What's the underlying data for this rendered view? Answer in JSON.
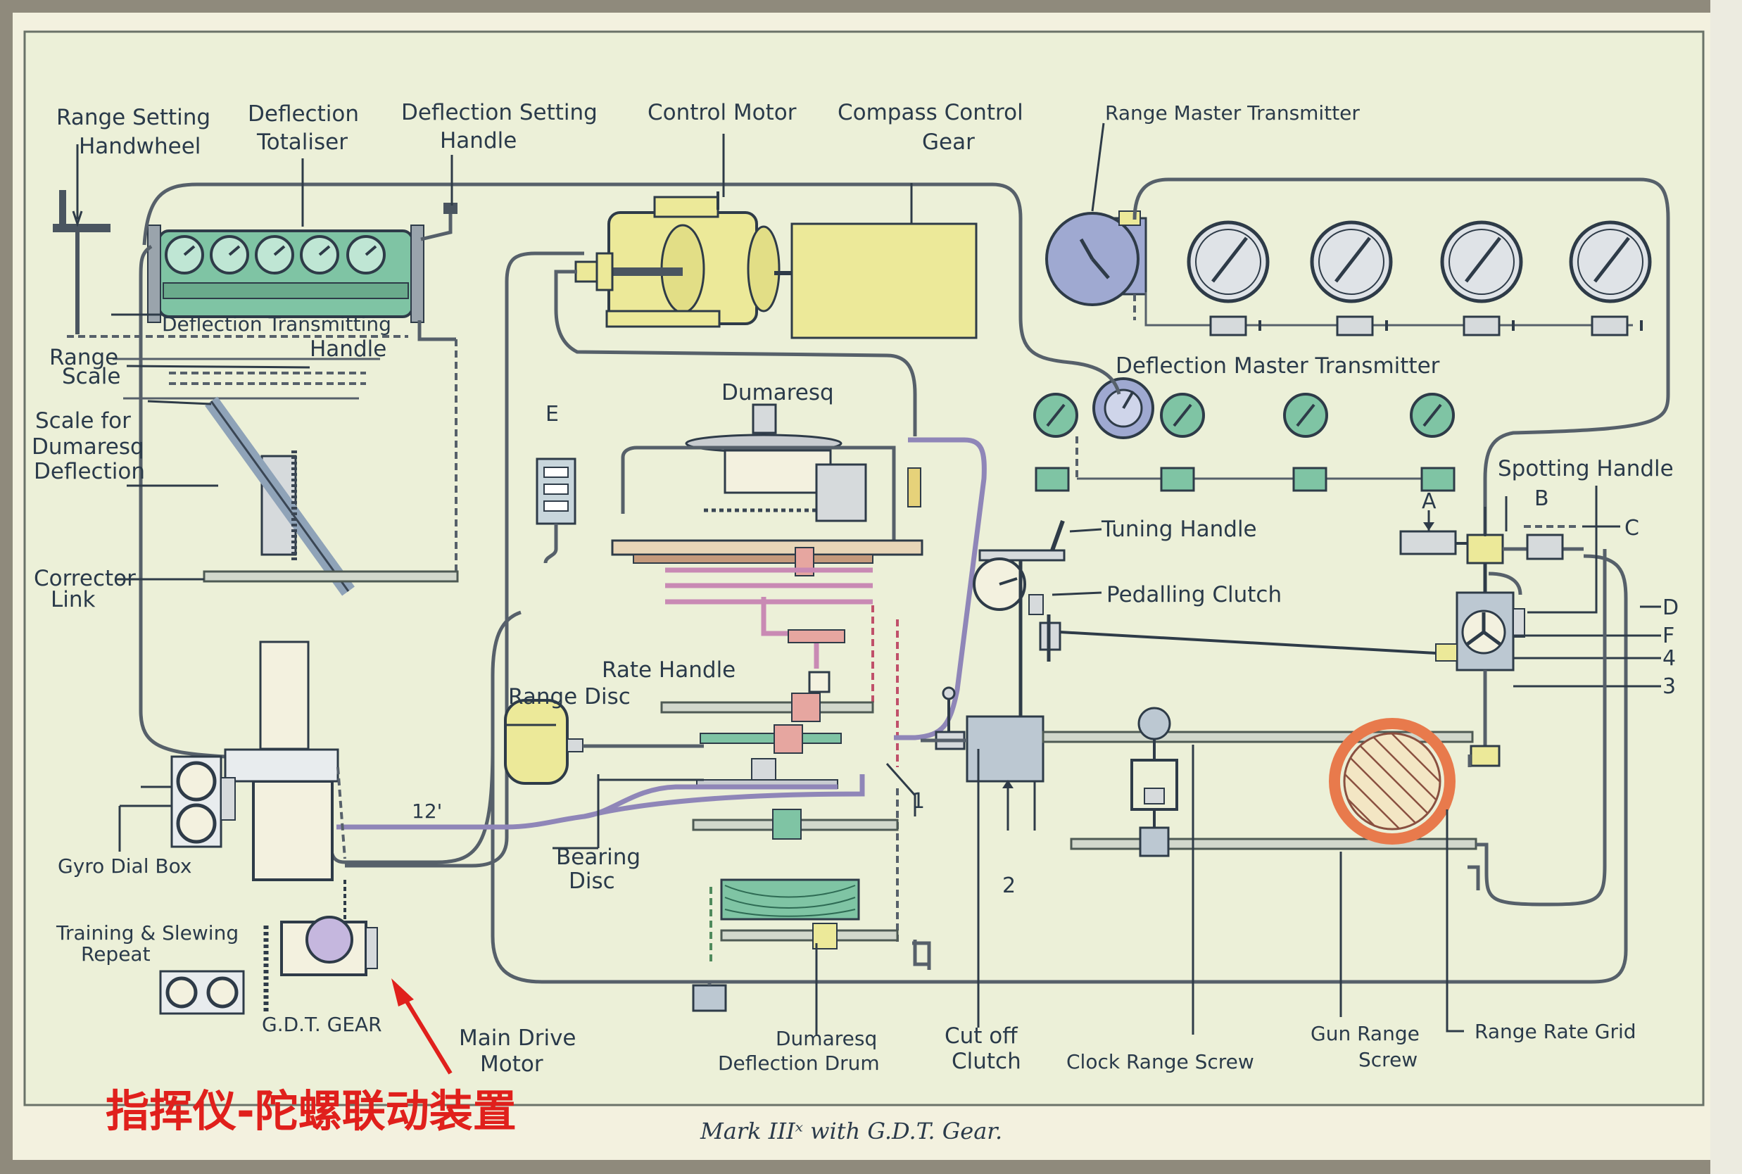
{
  "colors": {
    "paper": "#f3f1df",
    "ink": "#2a3a4a",
    "teal": "#7fc4a4",
    "dial_blue": "#9fa9d1",
    "yellow": "#ece999",
    "purple": "#c5b7de",
    "pink": "#e6a6a0",
    "annotation_red": "#e0201c"
  },
  "labels": {
    "range_setting_handwheel": [
      "Range Setting",
      "Handwheel"
    ],
    "deflection_totaliser": [
      "Deflection",
      "Totaliser"
    ],
    "deflection_setting_handle": [
      "Deflection Setting",
      "Handle"
    ],
    "control_motor": "Control Motor",
    "compass_control_gear": [
      "Compass Control",
      "Gear"
    ],
    "range_master_transmitter": "Range Master Transmitter",
    "deflection_transmitting_handle": [
      "Deflection Transmitting",
      "Handle"
    ],
    "range_scale": [
      "Range",
      "Scale"
    ],
    "scale_for_dumaresq_deflection": [
      "Scale for",
      "Dumaresq",
      "Deflection"
    ],
    "corrector_link": [
      "Corrector",
      "Link"
    ],
    "dumaresq": "Dumaresq",
    "deflection_master_transmitter": "Deflection Master Transmitter",
    "spotting_handle": "Spotting Handle",
    "tuning_handle": "Tuning Handle",
    "pedalling_clutch": "Pedalling Clutch",
    "rate_handle": "Rate Handle",
    "range_disc": "Range Disc",
    "bearing_disc": [
      "Bearing",
      "Disc"
    ],
    "gyro_dial_box": "Gyro Dial Box",
    "training_slewing_repeat": [
      "Training & Slewing",
      "Repeat"
    ],
    "gdt_gear": "G.D.T. GEAR",
    "main_drive_motor": [
      "Main Drive",
      "Motor"
    ],
    "dumaresq_deflection_drum": [
      "Dumaresq",
      "Deflection Drum"
    ],
    "cut_off_clutch": [
      "Cut off",
      "Clutch"
    ],
    "clock_range_screw": "Clock Range Screw",
    "gun_range_screw": [
      "Gun Range",
      "Screw"
    ],
    "range_rate_grid": "Range Rate Grid",
    "pipe_12": "12'"
  },
  "letters": {
    "e": "E",
    "a": "A",
    "b": "B",
    "c": "C",
    "d": "D",
    "f": "F",
    "n1": "1",
    "n2": "2",
    "n3": "3",
    "n4": "4"
  },
  "caption": "Mark IIIˣ with G.D.T. Gear.",
  "annotation": "指挥仪-陀螺联动装置"
}
